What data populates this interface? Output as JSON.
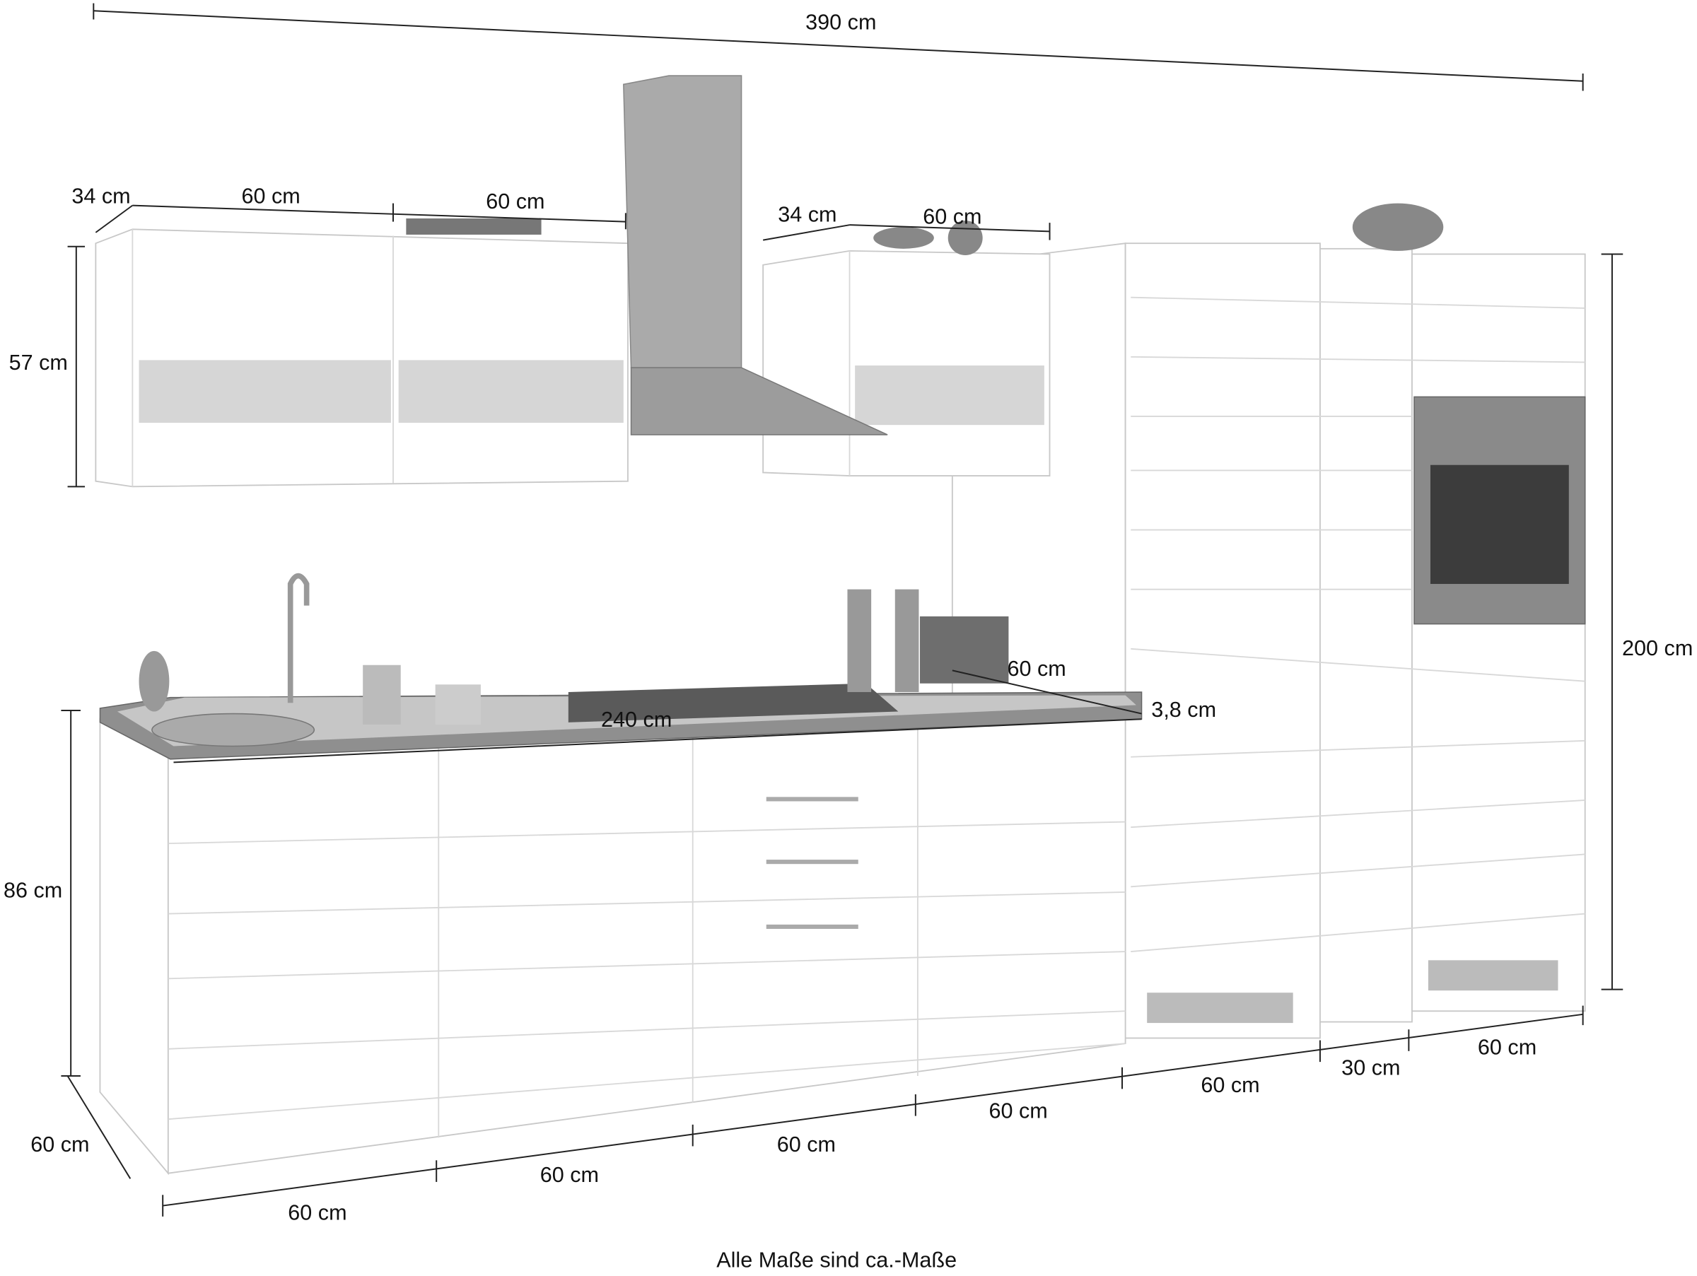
{
  "dimensions": {
    "total_width": "390 cm",
    "upper_left_depth": "34 cm",
    "upper_left_1": "60 cm",
    "upper_left_2": "60 cm",
    "upper_right_depth": "34 cm",
    "upper_right_width": "60 cm",
    "upper_height": "57 cm",
    "tall_height": "200 cm",
    "worktop_depth": "60 cm",
    "worktop_thickness": "3,8 cm",
    "worktop_length": "240 cm",
    "base_height": "86 cm",
    "base_depth": "60 cm",
    "base_widths": [
      "60 cm",
      "60 cm",
      "60 cm",
      "60 cm",
      "60 cm",
      "30 cm",
      "60 cm"
    ]
  },
  "footer_note": "Alle Maße sind ca.-Maße",
  "colors": {
    "cabinet_line": "#c8c8c8",
    "metal": "#9a9a9a",
    "dimension_line": "#222222"
  }
}
